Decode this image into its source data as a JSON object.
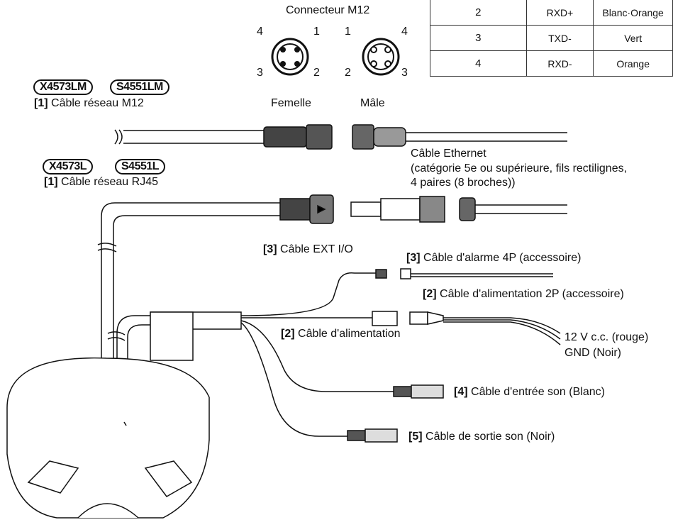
{
  "connector": {
    "title": "Connecteur M12",
    "female_label": "Femelle",
    "male_label": "Mâle",
    "female_pins": [
      "4",
      "1",
      "3",
      "2"
    ],
    "male_pins": [
      "1",
      "4",
      "2",
      "3"
    ]
  },
  "pin_table": [
    {
      "pin": "2",
      "signal": "RXD+",
      "color": "Blanc·Orange"
    },
    {
      "pin": "3",
      "signal": "TXD-",
      "color": "Vert"
    },
    {
      "pin": "4",
      "signal": "RXD-",
      "color": "Orange"
    }
  ],
  "models_m12": [
    "X4573LM",
    "S4551LM"
  ],
  "models_rj45": [
    "X4573L",
    "S4551L"
  ],
  "labels": {
    "m12_num": "[1]",
    "m12_text": "Câble réseau M12",
    "rj45_num": "[1]",
    "rj45_text": "Câble réseau RJ45",
    "ethernet_1": "Câble Ethernet",
    "ethernet_2": "(catégorie 5e ou supérieure, fils rectilignes,",
    "ethernet_3": "4 paires (8 broches))",
    "ext_num": "[3]",
    "ext_text": "Câble EXT I/O",
    "alarm_num": "[3]",
    "alarm_text": "Câble d'alarme 4P (accessoire)",
    "power2p_num": "[2]",
    "power2p_text": "Câble d'alimentation 2P (accessoire)",
    "power_num": "[2]",
    "power_text": "Câble d'alimentation",
    "v12": "12 V c.c. (rouge)",
    "gnd": "GND (Noir)",
    "audio_in_num": "[4]",
    "audio_in_text": "Câble d'entrée son (Blanc)",
    "audio_out_num": "[5]",
    "audio_out_text": "Câble de sortie son (Noir)"
  }
}
